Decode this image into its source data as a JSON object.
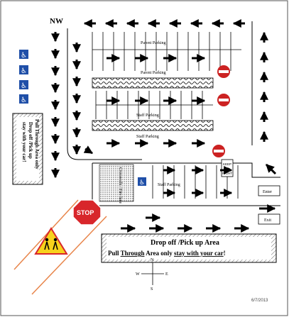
{
  "corner_label": "NW",
  "lots": {
    "parent_parking_top": "Parent Parking",
    "parent_parking_mid": "Parent Parking",
    "staff_parking_a": "Staff Parking",
    "staff_parking_b": "Staff Parking",
    "staff_parking_lower": "Staff Parking",
    "crosswalk_label": "Crosswalk / Fire lane"
  },
  "signs": {
    "do_not_enter": "DO NOT ENTER",
    "keep_right_top": "KEEP",
    "keep_right_bottom": "RIGHT",
    "stop": "STOP"
  },
  "left_banner": {
    "lines": [
      "Pull Through Area only",
      "Drop off /Pick up",
      "stay with your car!"
    ]
  },
  "gates": {
    "enter": "Enter",
    "exit": "Exit"
  },
  "dropoff_banner": {
    "title": "Drop off /Pick up Area",
    "line_prefix": "Pull ",
    "line_through": "Through",
    "line_mid": " Area only ",
    "line_stay": "stay with your car",
    "line_suffix": "!"
  },
  "compass": {
    "n": "N",
    "s": "S",
    "e": "E",
    "w": "W"
  },
  "date": "6/7/2013",
  "colors": {
    "line": "#000000",
    "stop_red": "#d8262b",
    "dne_red": "#cc2222",
    "handicap_blue": "#1f4fa8",
    "school_yellow": "#f7d21c",
    "road_orange": "#e8854a"
  },
  "icons": [
    "handicap-icon",
    "do-not-enter-icon",
    "stop-sign-icon",
    "school-crossing-icon",
    "keep-right-icon",
    "compass-icon"
  ]
}
